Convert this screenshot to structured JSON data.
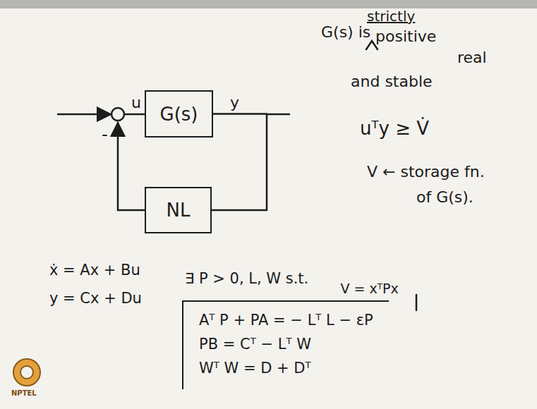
{
  "diagram": {
    "nodes": [
      {
        "text": [
          "G(s)"
        ]
      },
      {
        "text": [
          "NL"
        ]
      },
      {
        "text": [
          "V = xᵀPx",
          "Aᵀ P + PA = − Lᵀ L − εP",
          "PB = Cᵀ − Lᵀ W",
          "Wᵀ W = D + Dᵀ"
        ]
      }
    ],
    "edges": [
      {
        "from": 0,
        "to": 1,
        "arrow": "none"
      }
    ],
    "labels": [
      "-",
      "u",
      "y",
      "G(s) is",
      "strictly",
      "positive",
      "real",
      "and stable",
      "uᵀy ≥ V̇",
      "V ← storage fn.",
      "of G(s).",
      "ẋ = Ax + Bu",
      "y = Cx + Du",
      "∃ P > 0, L, W s.t.",
      "NPTEL"
    ]
  }
}
